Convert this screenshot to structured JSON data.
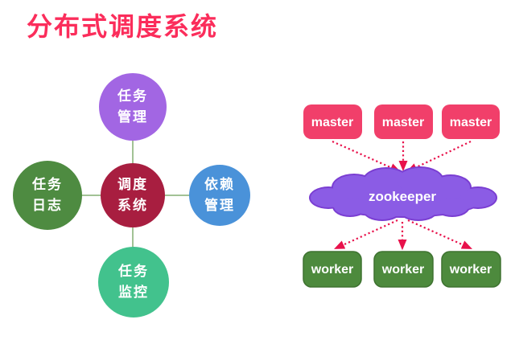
{
  "title": "分布式调度系统",
  "colors": {
    "title": "#FB2D5B",
    "connector_line": "#A2C295",
    "arrow_red": "#E8114B",
    "master_box": "#F13F6A",
    "worker_box": "#4D8A3D",
    "cloud_fill": "#8B5CE5",
    "cloud_border": "#7A3ED2"
  },
  "hub_diagram": {
    "nodes": [
      {
        "id": "task-management",
        "position": "top",
        "line1": "任务",
        "line2": "管理",
        "color": "#A266E3"
      },
      {
        "id": "task-log",
        "position": "left",
        "line1": "任务",
        "line2": "日志",
        "color": "#4E8B41"
      },
      {
        "id": "scheduling-system",
        "position": "center",
        "line1": "调度",
        "line2": "系统",
        "color": "#A81E40"
      },
      {
        "id": "dependency-management",
        "position": "right",
        "line1": "依赖",
        "line2": "管理",
        "color": "#4A92D9"
      },
      {
        "id": "task-monitoring",
        "position": "bottom",
        "line1": "任务",
        "line2": "监控",
        "color": "#42C28D"
      }
    ]
  },
  "architecture_diagram": {
    "masters": [
      "master",
      "master",
      "master"
    ],
    "cloud_label": "zookeeper",
    "workers": [
      "worker",
      "worker",
      "worker"
    ]
  }
}
